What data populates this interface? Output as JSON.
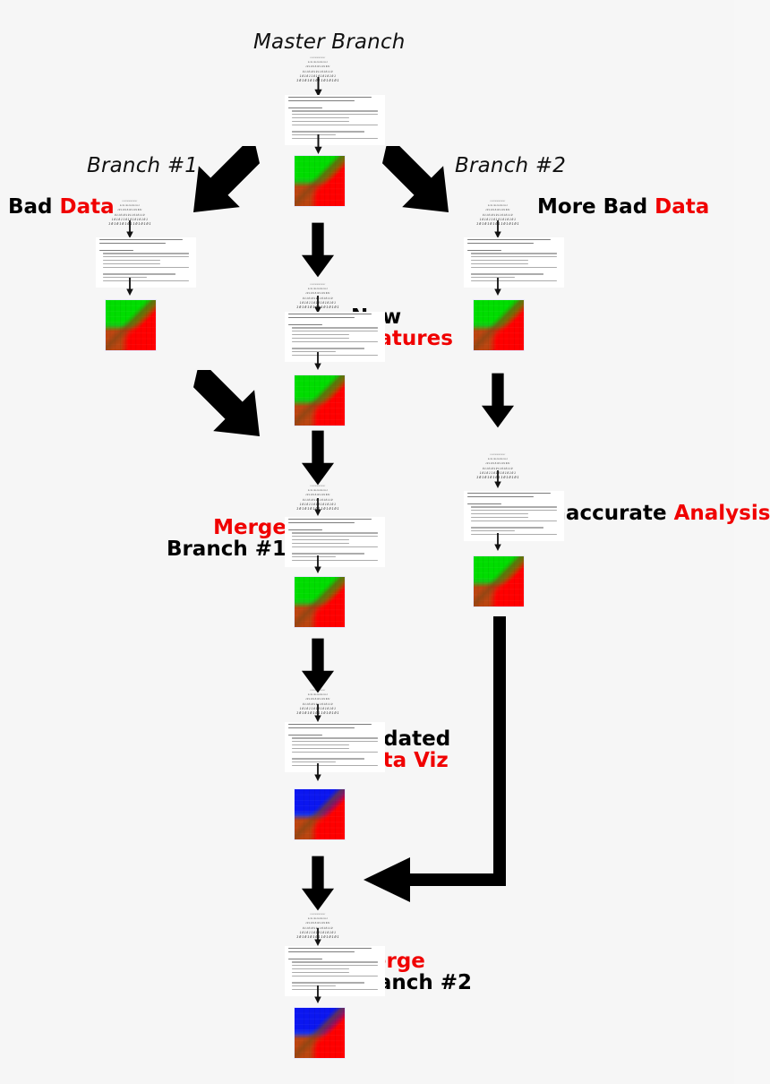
{
  "diagram": {
    "title_master": "Master Branch",
    "title_branch1": "Branch #1",
    "title_branch2": "Branch #2",
    "background_color": "#f6f6f6",
    "accent_red": "#f00000",
    "text_black": "#000000"
  },
  "annotations": {
    "bad_data": {
      "part1": "Bad ",
      "part2": "Data"
    },
    "more_bad_data": {
      "part1": "More Bad ",
      "part2": "Data"
    },
    "new_features": {
      "line1": "New",
      "line2": "Features"
    },
    "merge_branch1": {
      "line1": "Merge",
      "line2": "Branch #1"
    },
    "inaccurate_analysis": {
      "part1": "Inaccurate ",
      "part2": "Analysis"
    },
    "updated_dataviz": {
      "line1": "Updated",
      "line2": "Data Viz"
    },
    "merge_branch2": {
      "line1": "Merge",
      "line2": "Branch #2"
    }
  },
  "binary_grid": {
    "icon_name": "binary-data-grid",
    "rows": [
      "1010101010110101",
      "0101101010010110",
      "1011010101101001",
      "0110101011010110",
      "1010110101010101",
      "1010101011010101"
    ]
  },
  "code_block": {
    "icon_name": "python-code-snippet",
    "lines": [
      "from sklearn.ensemble import RandomForestClassifier",
      "from numpy import genfromtxt, savetxt",
      "",
      "def main():",
      "    #create the training & test sets, skipping the header row with [1:]",
      "    dataset = genfromtxt(open('Data/train.csv','r'), delimiter=',', dtype='f8')[1:]",
      "    target = [x[0] for x in dataset]",
      "    train = [x[1:] for x in dataset]",
      "    test = genfromtxt(open('Data/test.csv','r'), delimiter=',', dtype='f8')[1:]",
      "",
      "    rf = RandomForestClassifier(n_estimators=100)",
      "    rf.fit(train, target)",
      "    predicted_probs = [x[1] for x in rf.predict_proba(test)]"
    ]
  },
  "figures": {
    "fig_master_1": {
      "name": "heatmap-green-red",
      "scheme": "green-red"
    },
    "fig_branch1_1": {
      "name": "heatmap-green-red",
      "scheme": "green-red"
    },
    "fig_master_2": {
      "name": "heatmap-green-red",
      "scheme": "green-red"
    },
    "fig_branch2_1": {
      "name": "heatmap-green-red",
      "scheme": "green-red"
    },
    "fig_master_3": {
      "name": "heatmap-green-red",
      "scheme": "green-red"
    },
    "fig_branch2_2": {
      "name": "heatmap-green-red",
      "scheme": "green-red"
    },
    "fig_master_4": {
      "name": "heatmap-blue-red",
      "scheme": "blue-red"
    },
    "fig_master_5": {
      "name": "heatmap-blue-red",
      "scheme": "blue-red"
    }
  },
  "arrows": {
    "branch1_split": "diagonal-arrow-down-left",
    "branch2_split": "diagonal-arrow-down-right",
    "branch1_merge": "diagonal-arrow-down-right",
    "branch2_merge": "elbow-arrow-down-left",
    "flow_down": "block-arrow-down",
    "step_down": "thin-arrow-down"
  }
}
